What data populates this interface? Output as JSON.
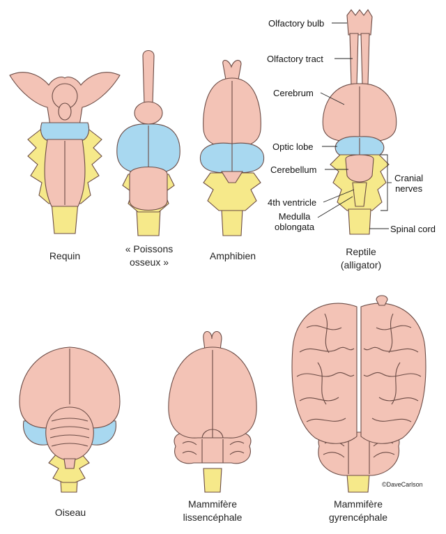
{
  "captions": {
    "shark": "Requin",
    "bony_fish_1": "« Poissons",
    "bony_fish_2": "osseux »",
    "amphibian": "Amphibien",
    "reptile_1": "Reptile",
    "reptile_2": "(alligator)",
    "bird": "Oiseau",
    "lisso_1": "Mammifère",
    "lisso_2": "lissencéphale",
    "gyren_1": "Mammifère",
    "gyren_2": "gyrencéphale"
  },
  "labels": {
    "olfactory_bulb": "Olfactory bulb",
    "olfactory_tract": "Olfactory tract",
    "cerebrum": "Cerebrum",
    "optic_lobe": "Optic lobe",
    "cerebellum": "Cerebellum",
    "fourth_ventricle": "4th ventricle",
    "medulla_1": "Medulla",
    "medulla_2": "oblongata",
    "cranial_1": "Cranial",
    "cranial_2": "nerves",
    "spinal_cord": "Spinal cord"
  },
  "copyright": "©DaveCarlson",
  "colors": {
    "cerebrum_pink": "#f3c3b6",
    "optic_blue": "#a8d8f0",
    "nerve_yellow": "#f6e98a",
    "outline": "#6a4a44"
  }
}
